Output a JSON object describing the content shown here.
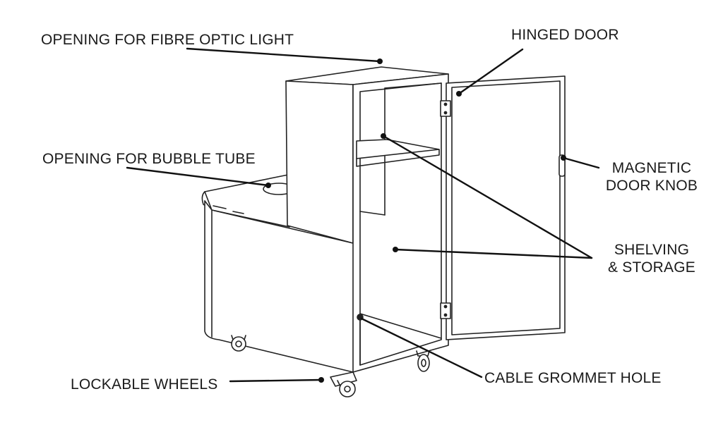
{
  "labels": {
    "fibre_optic": "OPENING FOR FIBRE OPTIC LIGHT",
    "hinged_door": "HINGED DOOR",
    "bubble_tube": "OPENING FOR BUBBLE TUBE",
    "magnetic_knob_1": "MAGNETIC",
    "magnetic_knob_2": "DOOR KNOB",
    "shelving_1": "SHELVING",
    "shelving_2": "& STORAGE",
    "cable_grommet": "CABLE GROMMET HOLE",
    "lockable_wheels": "LOCKABLE WHEELS"
  },
  "colors": {
    "ink": "#1a1a1a",
    "background": "#ffffff"
  }
}
